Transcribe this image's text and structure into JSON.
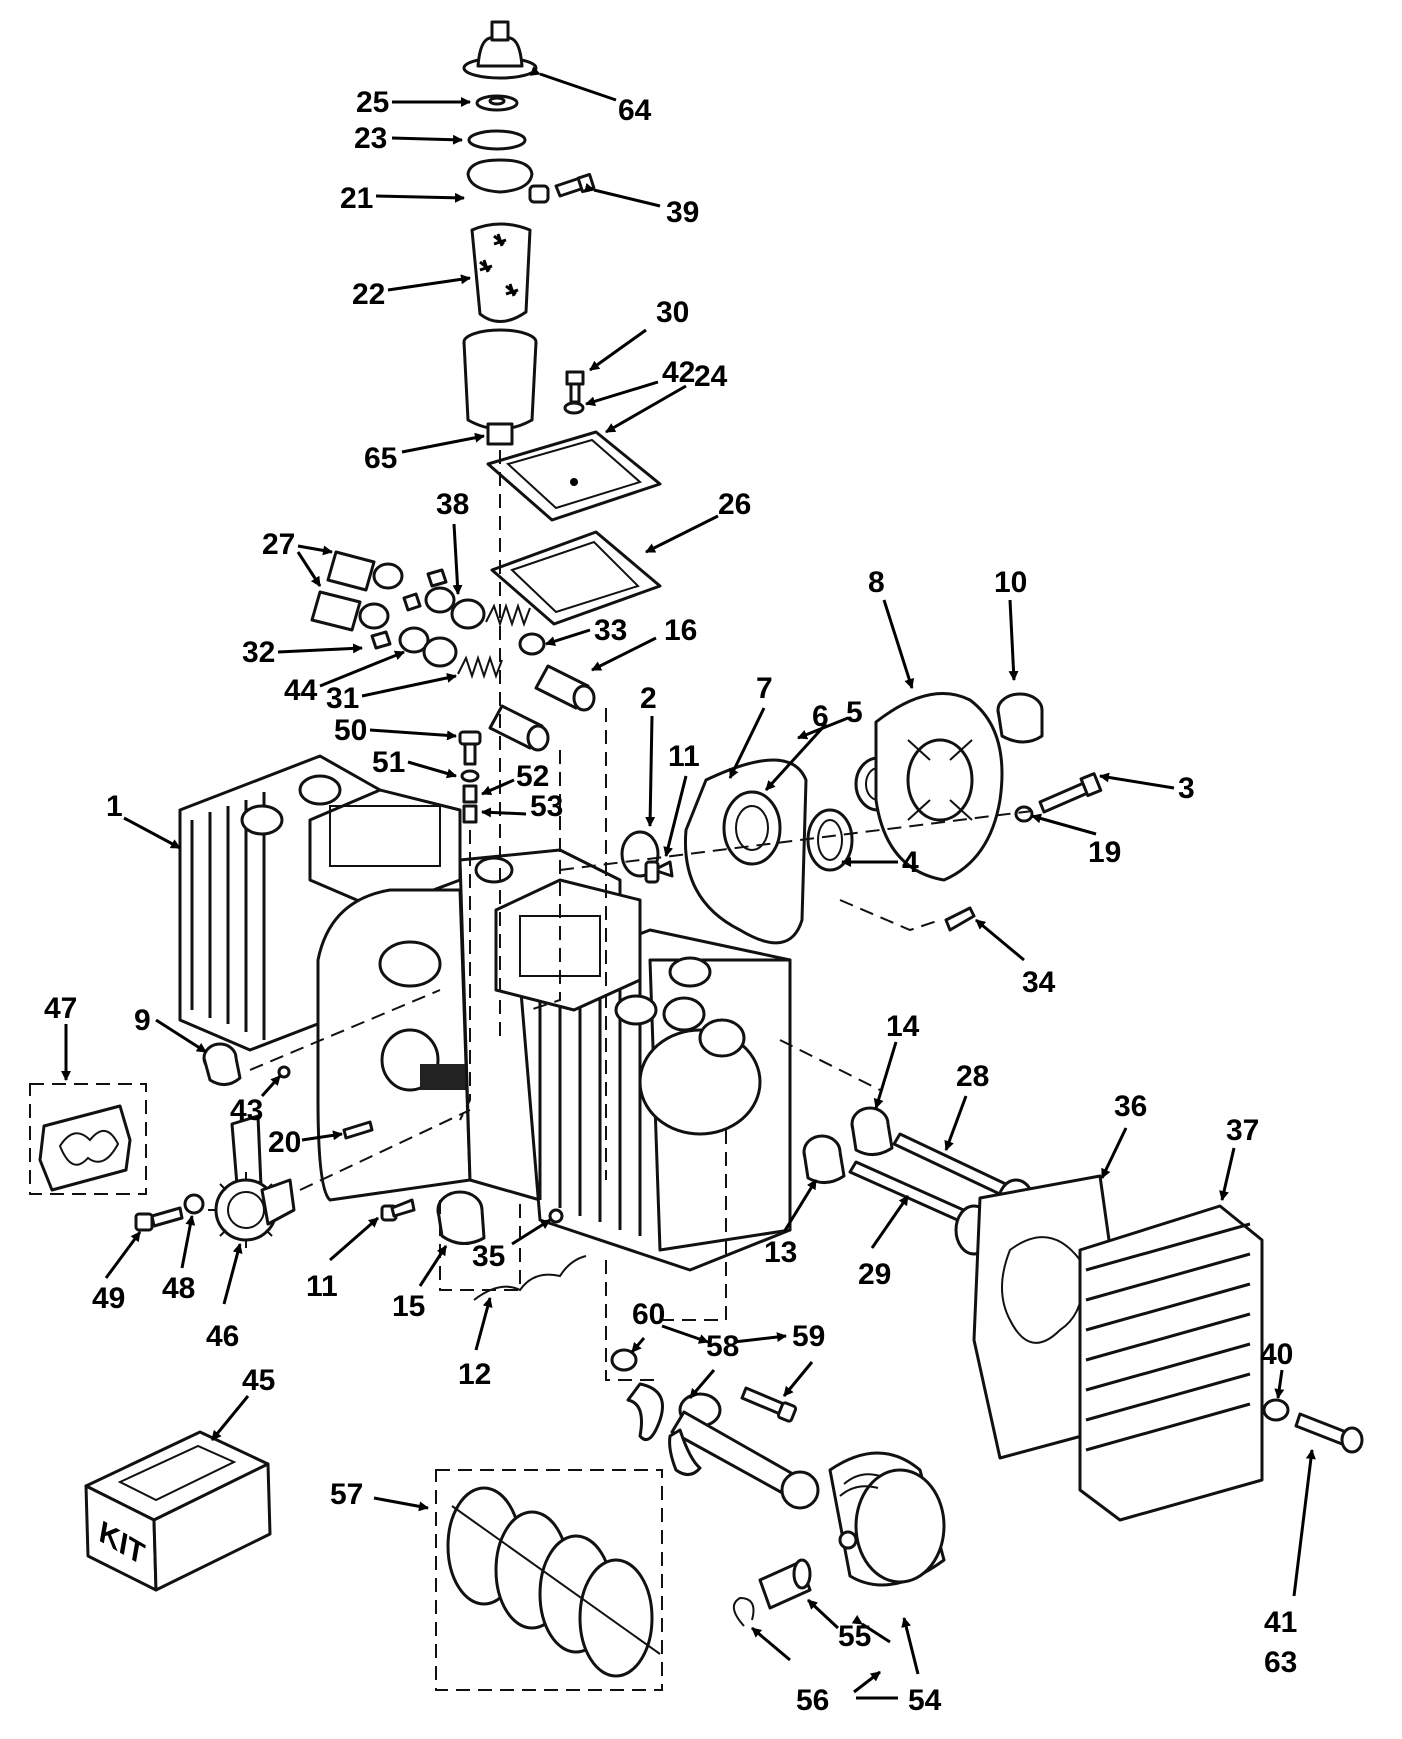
{
  "callouts": [
    {
      "id": "64",
      "text": "64"
    },
    {
      "id": "25",
      "text": "25"
    },
    {
      "id": "23",
      "text": "23"
    },
    {
      "id": "21",
      "text": "21"
    },
    {
      "id": "39",
      "text": "39"
    },
    {
      "id": "22",
      "text": "22"
    },
    {
      "id": "30",
      "text": "30"
    },
    {
      "id": "42",
      "text": "42"
    },
    {
      "id": "24",
      "text": "24"
    },
    {
      "id": "65",
      "text": "65"
    },
    {
      "id": "26",
      "text": "26"
    },
    {
      "id": "38",
      "text": "38"
    },
    {
      "id": "27",
      "text": "27"
    },
    {
      "id": "33",
      "text": "33"
    },
    {
      "id": "16",
      "text": "16"
    },
    {
      "id": "32",
      "text": "32"
    },
    {
      "id": "44",
      "text": "44"
    },
    {
      "id": "31",
      "text": "31"
    },
    {
      "id": "50",
      "text": "50"
    },
    {
      "id": "51",
      "text": "51"
    },
    {
      "id": "52",
      "text": "52"
    },
    {
      "id": "53",
      "text": "53"
    },
    {
      "id": "1",
      "text": "1"
    },
    {
      "id": "2",
      "text": "2"
    },
    {
      "id": "11a",
      "text": "11"
    },
    {
      "id": "7",
      "text": "7"
    },
    {
      "id": "6",
      "text": "6"
    },
    {
      "id": "5",
      "text": "5"
    },
    {
      "id": "8",
      "text": "8"
    },
    {
      "id": "10",
      "text": "10"
    },
    {
      "id": "3",
      "text": "3"
    },
    {
      "id": "19",
      "text": "19"
    },
    {
      "id": "4",
      "text": "4"
    },
    {
      "id": "34",
      "text": "34"
    },
    {
      "id": "47",
      "text": "47"
    },
    {
      "id": "9",
      "text": "9"
    },
    {
      "id": "43",
      "text": "43"
    },
    {
      "id": "20",
      "text": "20"
    },
    {
      "id": "14",
      "text": "14"
    },
    {
      "id": "28",
      "text": "28"
    },
    {
      "id": "36",
      "text": "36"
    },
    {
      "id": "37",
      "text": "37"
    },
    {
      "id": "13",
      "text": "13"
    },
    {
      "id": "29",
      "text": "29"
    },
    {
      "id": "49",
      "text": "49"
    },
    {
      "id": "48",
      "text": "48"
    },
    {
      "id": "46",
      "text": "46"
    },
    {
      "id": "11b",
      "text": "11"
    },
    {
      "id": "15",
      "text": "15"
    },
    {
      "id": "35",
      "text": "35"
    },
    {
      "id": "12",
      "text": "12"
    },
    {
      "id": "60",
      "text": "60"
    },
    {
      "id": "58",
      "text": "58"
    },
    {
      "id": "59",
      "text": "59"
    },
    {
      "id": "40",
      "text": "40"
    },
    {
      "id": "45",
      "text": "45"
    },
    {
      "id": "57",
      "text": "57"
    },
    {
      "id": "41",
      "text": "41"
    },
    {
      "id": "63",
      "text": "63"
    },
    {
      "id": "55",
      "text": "55"
    },
    {
      "id": "56",
      "text": "56"
    },
    {
      "id": "54",
      "text": "54"
    }
  ],
  "kit_box": {
    "label": "KIT"
  }
}
